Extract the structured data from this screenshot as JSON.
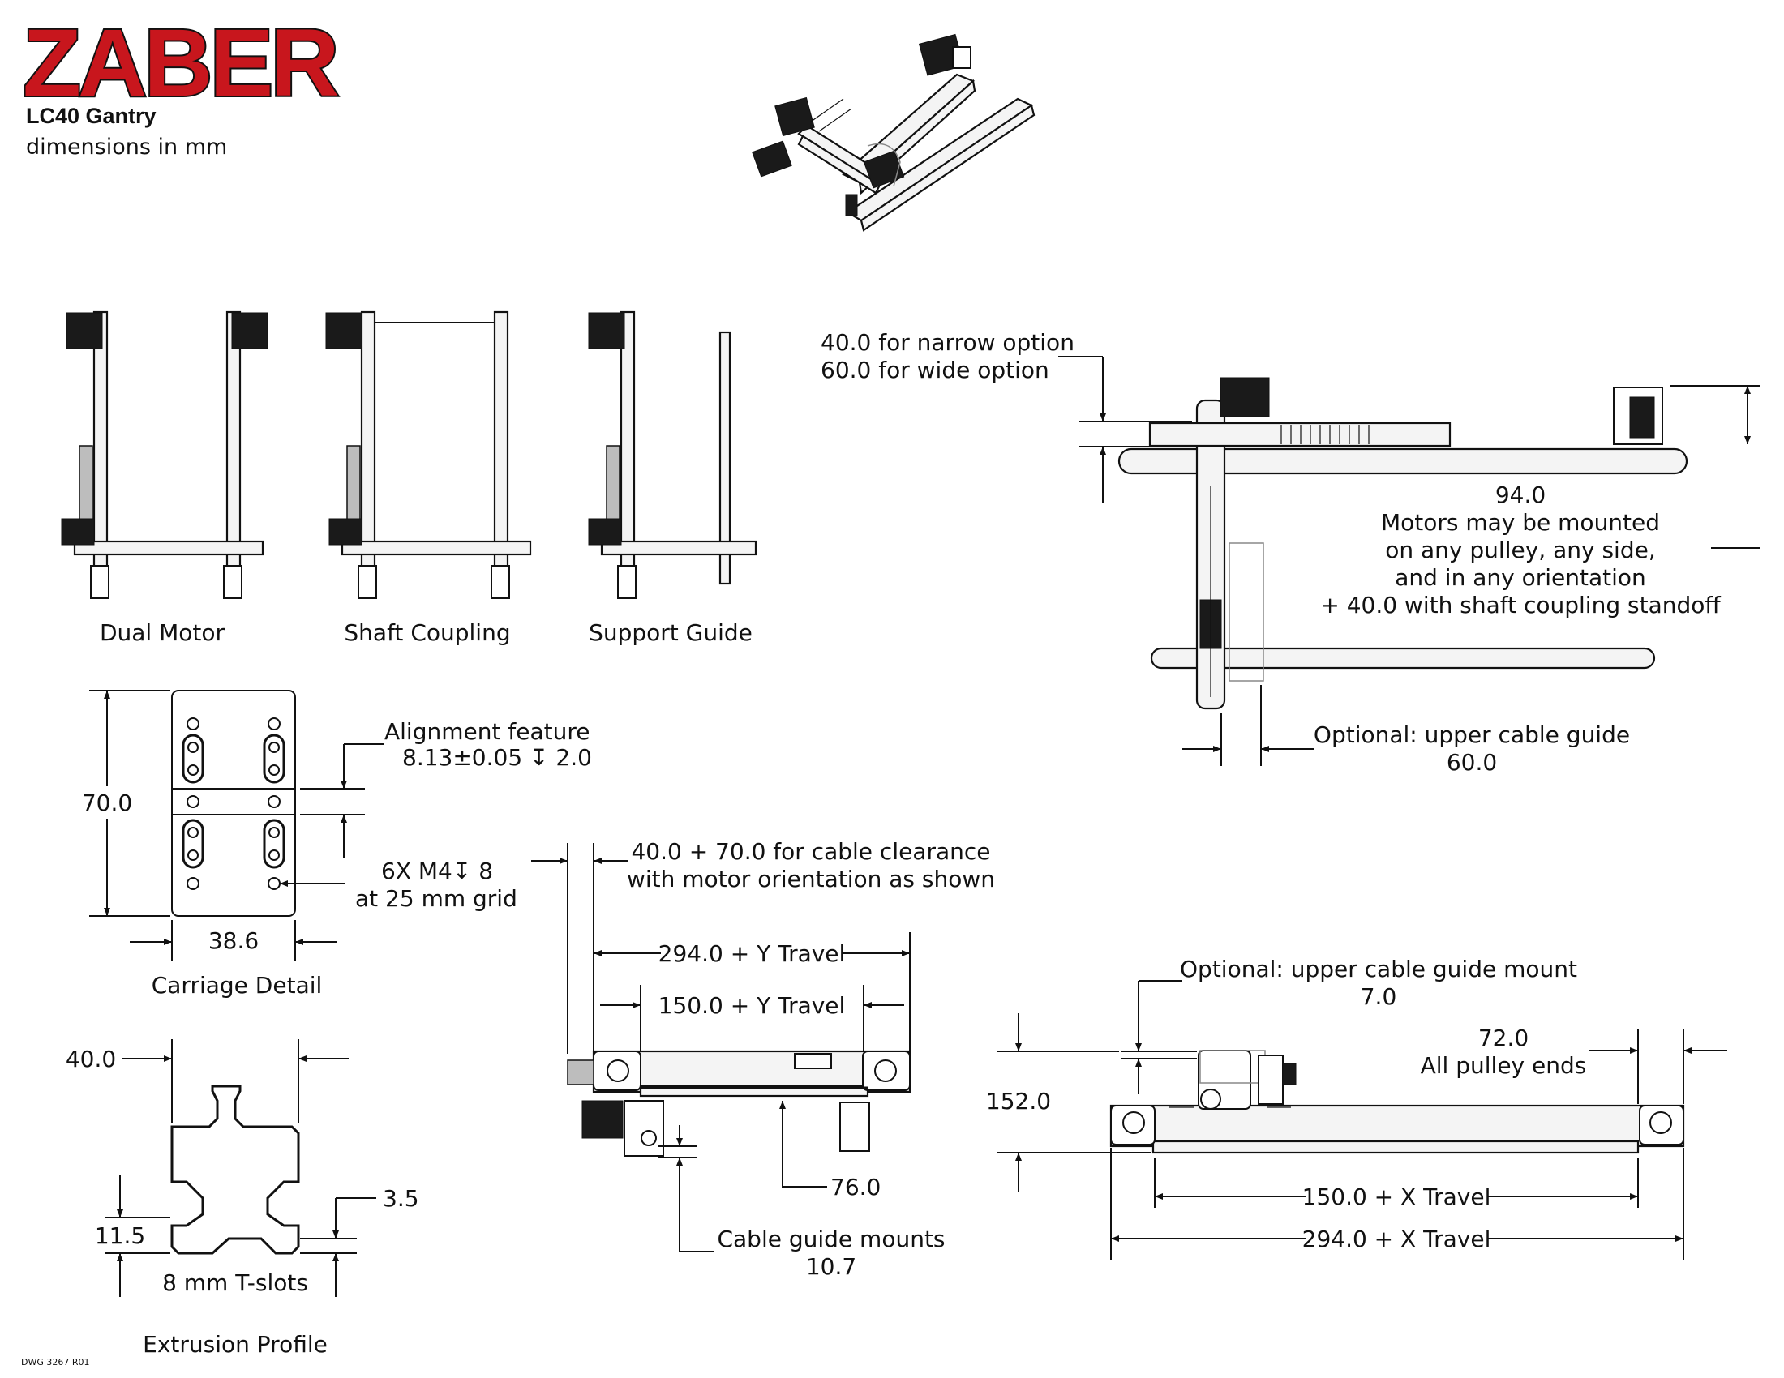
{
  "header": {
    "logo": "ZABER",
    "product": "LC40 Gantry",
    "units": "dimensions in mm"
  },
  "views": {
    "dual_motor": "Dual Motor",
    "shaft_coupling": "Shaft Coupling",
    "support_guide": "Support Guide"
  },
  "top_view": {
    "height_note_1": "40.0 for narrow option",
    "height_note_2": "60.0 for wide option",
    "motor_dim": "94.0",
    "motor_note_1": "Motors may be mounted",
    "motor_note_2": "on any pulley, any side,",
    "motor_note_3": "and in any orientation",
    "motor_note_4": "+ 40.0 with shaft coupling standoff",
    "cable_guide_label": "Optional: upper cable guide",
    "cable_guide_dim": "60.0"
  },
  "carriage": {
    "height": "70.0",
    "width": "38.6",
    "alignment_label": "Alignment feature",
    "alignment_dim": "8.13±0.05 ↧ 2.0",
    "holes_1": "6X M4↧ 8",
    "holes_2": "at 25 mm grid",
    "caption": "Carriage Detail"
  },
  "extrusion": {
    "width": "40.0",
    "slot_offset": "11.5",
    "slot_depth": "3.5",
    "slot_label": "8 mm T-slots",
    "caption": "Extrusion Profile"
  },
  "side_y": {
    "clearance_1": "40.0 + 70.0 for cable clearance",
    "clearance_2": "with motor orientation as shown",
    "outer": "294.0 + Y Travel",
    "inner": "150.0 + Y Travel",
    "offset": "76.0",
    "mounts_label": "Cable guide mounts",
    "mounts_dim": "10.7"
  },
  "side_x": {
    "mount_label": "Optional: upper cable guide mount",
    "mount_dim": "7.0",
    "height": "152.0",
    "pulley_dim": "72.0",
    "pulley_label": "All pulley ends",
    "inner": "150.0 + X Travel",
    "outer": "294.0 + X Travel"
  },
  "footer": {
    "drawing_number": "DWG 3267 R01"
  },
  "colors": {
    "logo_red": "#c8161d",
    "line": "#111111",
    "background": "#ffffff"
  }
}
